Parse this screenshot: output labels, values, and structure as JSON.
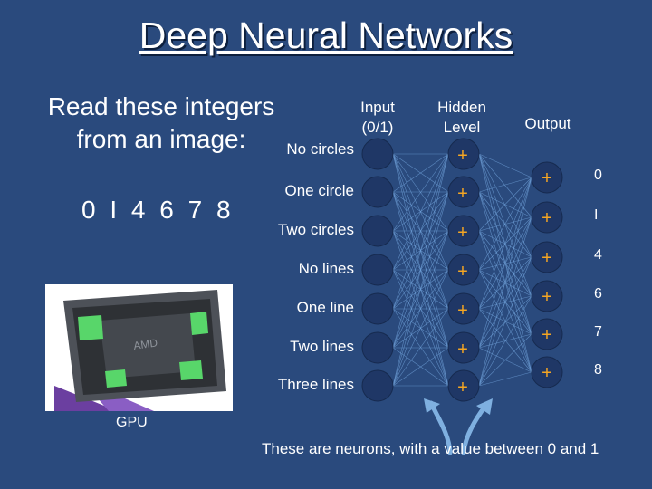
{
  "title": "Deep Neural Networks",
  "intro": {
    "line1": "Read these integers",
    "line2": "from an image:"
  },
  "digits": "0 I 4 6 7 8",
  "headers": {
    "input": "Input\n(0/1)",
    "hidden": "Hidden\nLevel",
    "output": "Output"
  },
  "input_neurons": [
    "No circles",
    "One circle",
    "Two circles",
    "No lines",
    "One line",
    "Two lines",
    "Three lines"
  ],
  "hidden_mark": "+",
  "output_neurons": [
    "0",
    "I",
    "4",
    "6",
    "7",
    "8"
  ],
  "gpu_label": "GPU",
  "chip_brand": "AMD",
  "caption": "These are neurons, with a value between 0 and 1",
  "colors": {
    "background": "#2a4a7d",
    "neuron_fill": "#1f3766",
    "plus": "#f5a623",
    "connection": "#6fa0d8",
    "arrow": "#7fb0e0"
  }
}
